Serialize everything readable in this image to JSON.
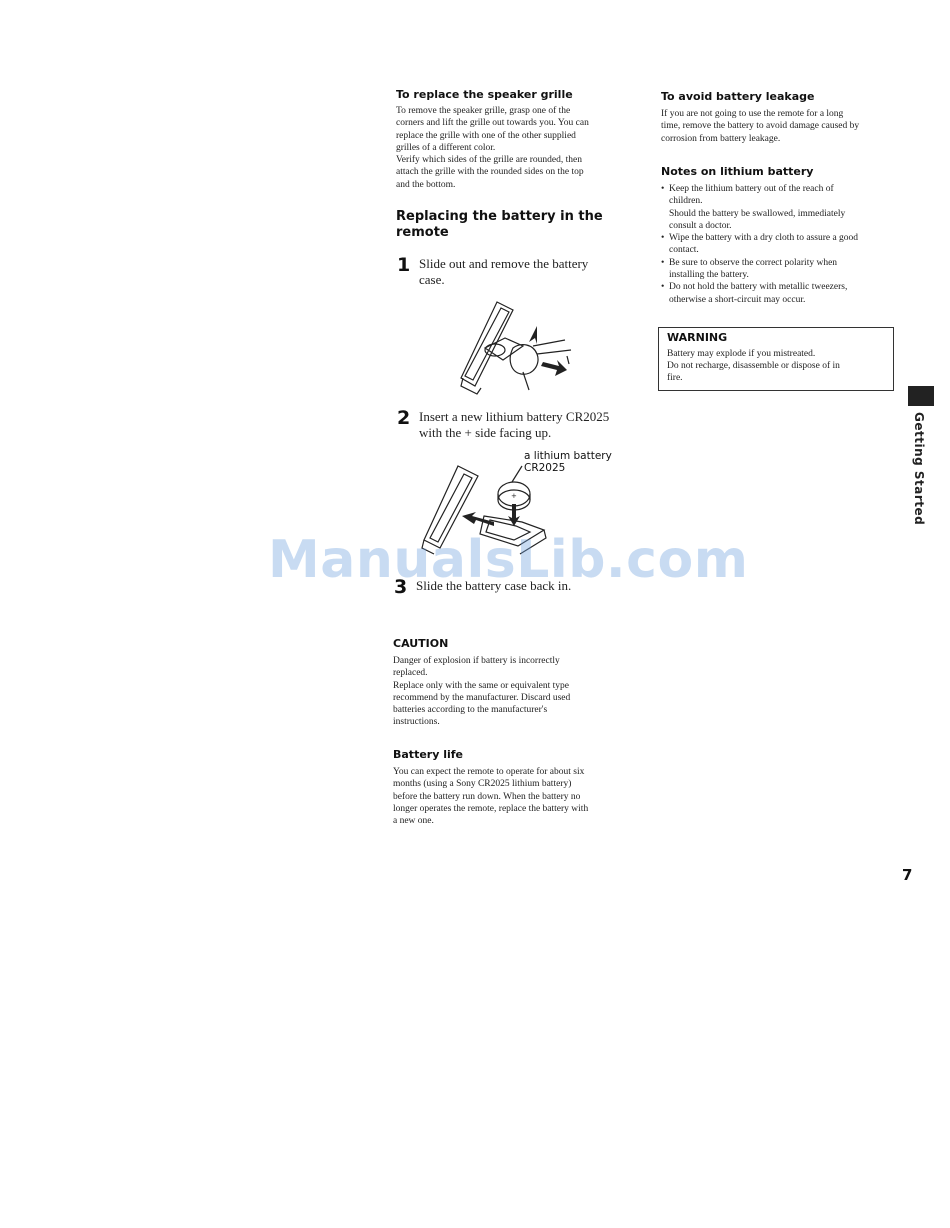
{
  "speaker_grille": {
    "heading": "To replace the speaker grille",
    "lines": [
      "To remove the speaker grille, grasp one of the",
      "corners and lift the grille out towards you.  You can",
      "replace the grille with one of the other supplied",
      "grilles of a different color.",
      "Verify which sides of the grille are rounded, then",
      "attach the grille with the rounded sides on the top",
      "and the bottom."
    ]
  },
  "replacing": {
    "heading_line1": "Replacing the battery in the",
    "heading_line2": "remote"
  },
  "steps": [
    {
      "num": "1",
      "line1": "Slide out and remove the battery",
      "line2": "case."
    },
    {
      "num": "2",
      "line1": "Insert a new lithium battery CR2025",
      "line2": "with the + side facing up."
    },
    {
      "num": "3",
      "line1": "Slide the battery case back in."
    }
  ],
  "illustration2": {
    "callout_line1": "a lithium battery",
    "callout_line2": "CR2025"
  },
  "caution": {
    "heading": "CAUTION",
    "lines": [
      "Danger of explosion if battery is incorrectly",
      "replaced.",
      "Replace only with the same or equivalent type",
      "recommend by the manufacturer.  Discard used",
      "batteries according to the manufacturer's",
      "instructions."
    ]
  },
  "battery_life": {
    "heading": "Battery life",
    "lines": [
      "You can expect the remote to operate for about six",
      "months (using a Sony CR2025 lithium battery)",
      "before the battery run down.  When the battery no",
      "longer operates the remote, replace the battery with",
      "a new one."
    ]
  },
  "leakage": {
    "heading": "To avoid battery leakage",
    "lines": [
      "If you are not going to use the remote for a long",
      "time, remove the battery to avoid damage caused by",
      "corrosion from battery leakage."
    ]
  },
  "lithium_notes": {
    "heading": "Notes on lithium battery",
    "items": [
      {
        "line1": "Keep the lithium battery out of the reach of",
        "line2": "children.",
        "line3": "Should the battery be swallowed, immediately",
        "line4": "consult a doctor."
      },
      {
        "line1": "Wipe the battery with a dry cloth to assure a good",
        "line2": "contact."
      },
      {
        "line1": "Be sure to observe the correct polarity when",
        "line2": "installing the battery."
      },
      {
        "line1": "Do not hold the battery with metallic tweezers,",
        "line2": "otherwise a short-circuit may occur."
      }
    ]
  },
  "warning": {
    "title": "WARNING",
    "line1": "Battery may explode if you mistreated.",
    "line2": "Do not recharge, disassemble or dispose of in",
    "line3": "fire."
  },
  "side_tab": {
    "label": "Getting Started"
  },
  "page_number": "7",
  "watermark": "ManualsLib.com"
}
